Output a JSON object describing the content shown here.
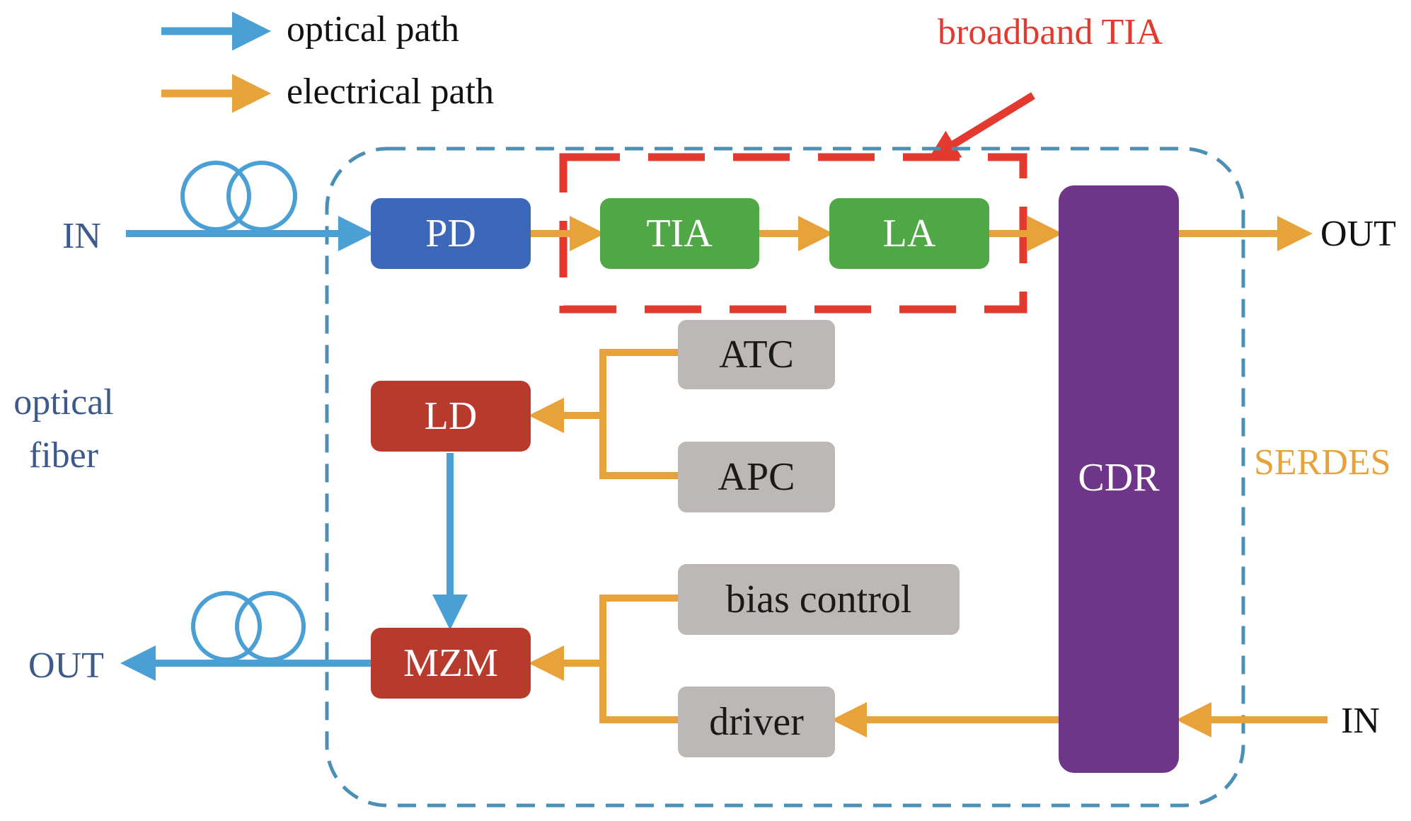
{
  "legend": {
    "optical_path": "optical path",
    "electrical_path": "electrical path"
  },
  "annotations": {
    "broadband_tia": "broadband TIA",
    "serdes": "SERDES",
    "optical_fiber_line1": "optical",
    "optical_fiber_line2": "fiber"
  },
  "ports": {
    "in_optical": "IN",
    "out_optical": "OUT",
    "out_electrical": "OUT",
    "in_electrical": "IN"
  },
  "blocks": {
    "pd": "PD",
    "tia": "TIA",
    "la": "LA",
    "cdr": "CDR",
    "atc": "ATC",
    "apc": "APC",
    "ld": "LD",
    "mzm": "MZM",
    "bias_control": "bias control",
    "driver": "driver"
  },
  "colors": {
    "optical": "#4a9fd4",
    "electrical": "#e8a23a",
    "pd": "#3d67b8",
    "tia": "#4fa845",
    "la": "#4fa845",
    "cdr": "#6f3589",
    "ld": "#b83a2c",
    "mzm": "#b83a2c",
    "control": "#bdb8b5",
    "highlight": "#e4392f",
    "module_border": "#4a8fb5",
    "fiber_text": "#3d5a8c",
    "serdes_text": "#e8a23a"
  }
}
